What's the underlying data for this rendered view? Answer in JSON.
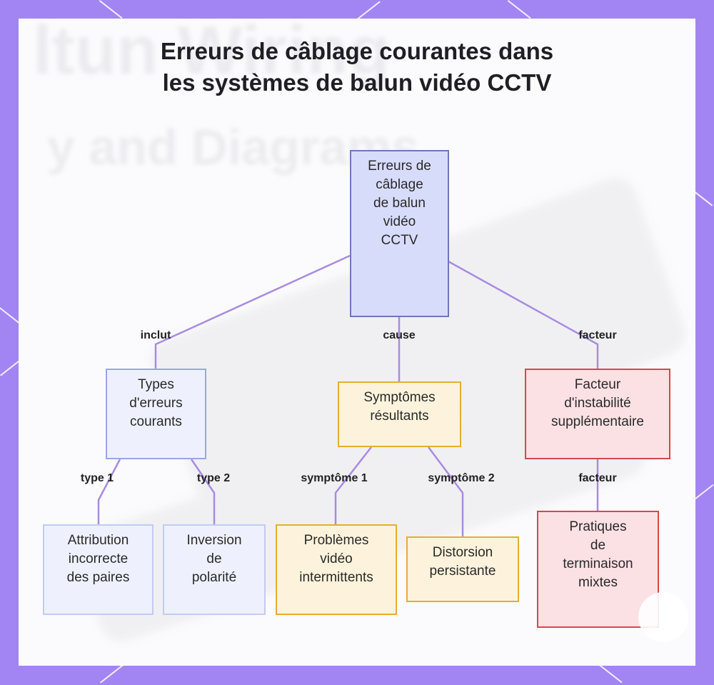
{
  "title_lines": [
    "Erreurs de câblage courantes dans",
    "les systèmes de balun vidéo CCTV"
  ],
  "background_text": {
    "line1": "ltun Wiring",
    "line2": "y and Diagrams"
  },
  "nodes": {
    "root": [
      "Erreurs de",
      "câblage",
      "de balun",
      "vidéo",
      "CCTV"
    ],
    "types": [
      "Types",
      "d'erreurs",
      "courants"
    ],
    "symptoms": [
      "Symptômes",
      "résultants"
    ],
    "factor": [
      "Facteur",
      "d'instabilité",
      "supplémentaire"
    ],
    "attribution": [
      "Attribution",
      "incorrecte",
      "des paires"
    ],
    "inversion": [
      "Inversion",
      "de",
      "polarité"
    ],
    "problems": [
      "Problèmes",
      "vidéo",
      "intermittents"
    ],
    "distortion": [
      "Distorsion",
      "persistante"
    ],
    "practices": [
      "Pratiques",
      "de",
      "terminaison",
      "mixtes"
    ]
  },
  "edge_labels": {
    "inclut": "inclut",
    "cause": "cause",
    "facteur1": "facteur",
    "type1": "type 1",
    "type2": "type 2",
    "symptome1": "symptôme 1",
    "symptome2": "symptôme 2",
    "facteur2": "facteur"
  },
  "colors": {
    "edge": "#a98be0",
    "root_fill": "#d8dcfb",
    "yellow_border": "#e6ad33",
    "red_border": "#d6484f",
    "blue_border": "#9aa6e6"
  }
}
